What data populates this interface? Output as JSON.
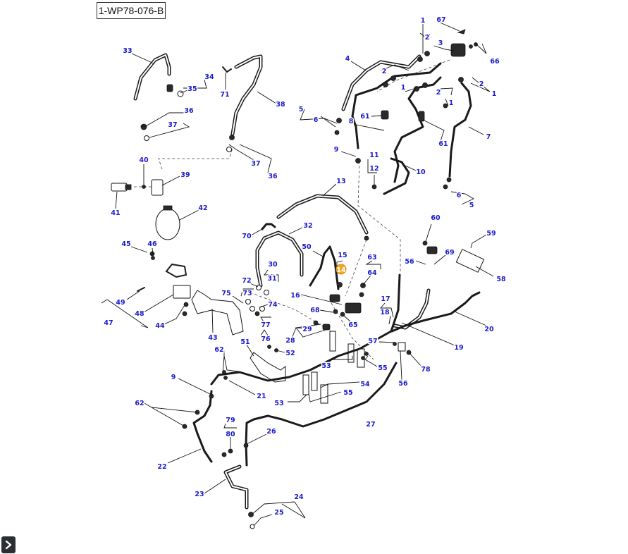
{
  "diagram": {
    "reference_code": "1-WP78-076-B",
    "highlighted_callout": "14",
    "highlight_color": "#f5a623",
    "callout_color": "#1a1acc",
    "callouts": [
      {
        "id": "c1a",
        "label": "1"
      },
      {
        "id": "c67",
        "label": "67"
      },
      {
        "id": "c2a",
        "label": "2"
      },
      {
        "id": "c3",
        "label": "3"
      },
      {
        "id": "c66",
        "label": "66"
      },
      {
        "id": "c4",
        "label": "4"
      },
      {
        "id": "c2b",
        "label": "2"
      },
      {
        "id": "c1b",
        "label": "1"
      },
      {
        "id": "c2c",
        "label": "2"
      },
      {
        "id": "c2d",
        "label": "2"
      },
      {
        "id": "c1c",
        "label": "1"
      },
      {
        "id": "c1d",
        "label": "1"
      },
      {
        "id": "c7",
        "label": "7"
      },
      {
        "id": "c5a",
        "label": "5"
      },
      {
        "id": "c6a",
        "label": "6"
      },
      {
        "id": "c61a",
        "label": "61"
      },
      {
        "id": "c8",
        "label": "8"
      },
      {
        "id": "c61b",
        "label": "61"
      },
      {
        "id": "c9a",
        "label": "9"
      },
      {
        "id": "c11",
        "label": "11"
      },
      {
        "id": "c12",
        "label": "12"
      },
      {
        "id": "c10",
        "label": "10"
      },
      {
        "id": "c6b",
        "label": "6"
      },
      {
        "id": "c5b",
        "label": "5"
      },
      {
        "id": "c33",
        "label": "33"
      },
      {
        "id": "c34",
        "label": "34"
      },
      {
        "id": "c35",
        "label": "35"
      },
      {
        "id": "c71",
        "label": "71"
      },
      {
        "id": "c38",
        "label": "38"
      },
      {
        "id": "c36a",
        "label": "36"
      },
      {
        "id": "c37a",
        "label": "37"
      },
      {
        "id": "c40",
        "label": "40"
      },
      {
        "id": "c39",
        "label": "39"
      },
      {
        "id": "c37b",
        "label": "37"
      },
      {
        "id": "c36b",
        "label": "36"
      },
      {
        "id": "c41",
        "label": "41"
      },
      {
        "id": "c42",
        "label": "42"
      },
      {
        "id": "c13",
        "label": "13"
      },
      {
        "id": "c60",
        "label": "60"
      },
      {
        "id": "c70",
        "label": "70"
      },
      {
        "id": "c32",
        "label": "32"
      },
      {
        "id": "c59",
        "label": "59"
      },
      {
        "id": "c45",
        "label": "45"
      },
      {
        "id": "c46",
        "label": "46"
      },
      {
        "id": "c50",
        "label": "50"
      },
      {
        "id": "c15",
        "label": "15"
      },
      {
        "id": "c63",
        "label": "63"
      },
      {
        "id": "c56a",
        "label": "56"
      },
      {
        "id": "c69",
        "label": "69"
      },
      {
        "id": "c30",
        "label": "30"
      },
      {
        "id": "c31",
        "label": "31"
      },
      {
        "id": "c64",
        "label": "64"
      },
      {
        "id": "c58",
        "label": "58"
      },
      {
        "id": "c72",
        "label": "72"
      },
      {
        "id": "c73",
        "label": "73"
      },
      {
        "id": "c49",
        "label": "49"
      },
      {
        "id": "c75",
        "label": "75"
      },
      {
        "id": "c16",
        "label": "16"
      },
      {
        "id": "c17",
        "label": "17"
      },
      {
        "id": "c74",
        "label": "74"
      },
      {
        "id": "c68",
        "label": "68"
      },
      {
        "id": "c18",
        "label": "18"
      },
      {
        "id": "c48",
        "label": "48"
      },
      {
        "id": "c47",
        "label": "47"
      },
      {
        "id": "c44",
        "label": "44"
      },
      {
        "id": "c77",
        "label": "77"
      },
      {
        "id": "c65",
        "label": "65"
      },
      {
        "id": "c20",
        "label": "20"
      },
      {
        "id": "c43",
        "label": "43"
      },
      {
        "id": "c29",
        "label": "29"
      },
      {
        "id": "c76",
        "label": "76"
      },
      {
        "id": "c28",
        "label": "28"
      },
      {
        "id": "c57",
        "label": "57"
      },
      {
        "id": "c19",
        "label": "19"
      },
      {
        "id": "c51",
        "label": "51"
      },
      {
        "id": "c62a",
        "label": "62"
      },
      {
        "id": "c52",
        "label": "52"
      },
      {
        "id": "c53a",
        "label": "53"
      },
      {
        "id": "c55a",
        "label": "55"
      },
      {
        "id": "c78",
        "label": "78"
      },
      {
        "id": "c9b",
        "label": "9"
      },
      {
        "id": "c21",
        "label": "21"
      },
      {
        "id": "c54",
        "label": "54"
      },
      {
        "id": "c56b",
        "label": "56"
      },
      {
        "id": "c55b",
        "label": "55"
      },
      {
        "id": "c62b",
        "label": "62"
      },
      {
        "id": "c53b",
        "label": "53"
      },
      {
        "id": "c79",
        "label": "79"
      },
      {
        "id": "c27",
        "label": "27"
      },
      {
        "id": "c80",
        "label": "80"
      },
      {
        "id": "c26",
        "label": "26"
      },
      {
        "id": "c22",
        "label": "22"
      },
      {
        "id": "c23",
        "label": "23"
      },
      {
        "id": "c24",
        "label": "24"
      },
      {
        "id": "c25",
        "label": "25"
      }
    ]
  },
  "toolbar": {
    "expand_icon": "chevron-right-icon"
  }
}
